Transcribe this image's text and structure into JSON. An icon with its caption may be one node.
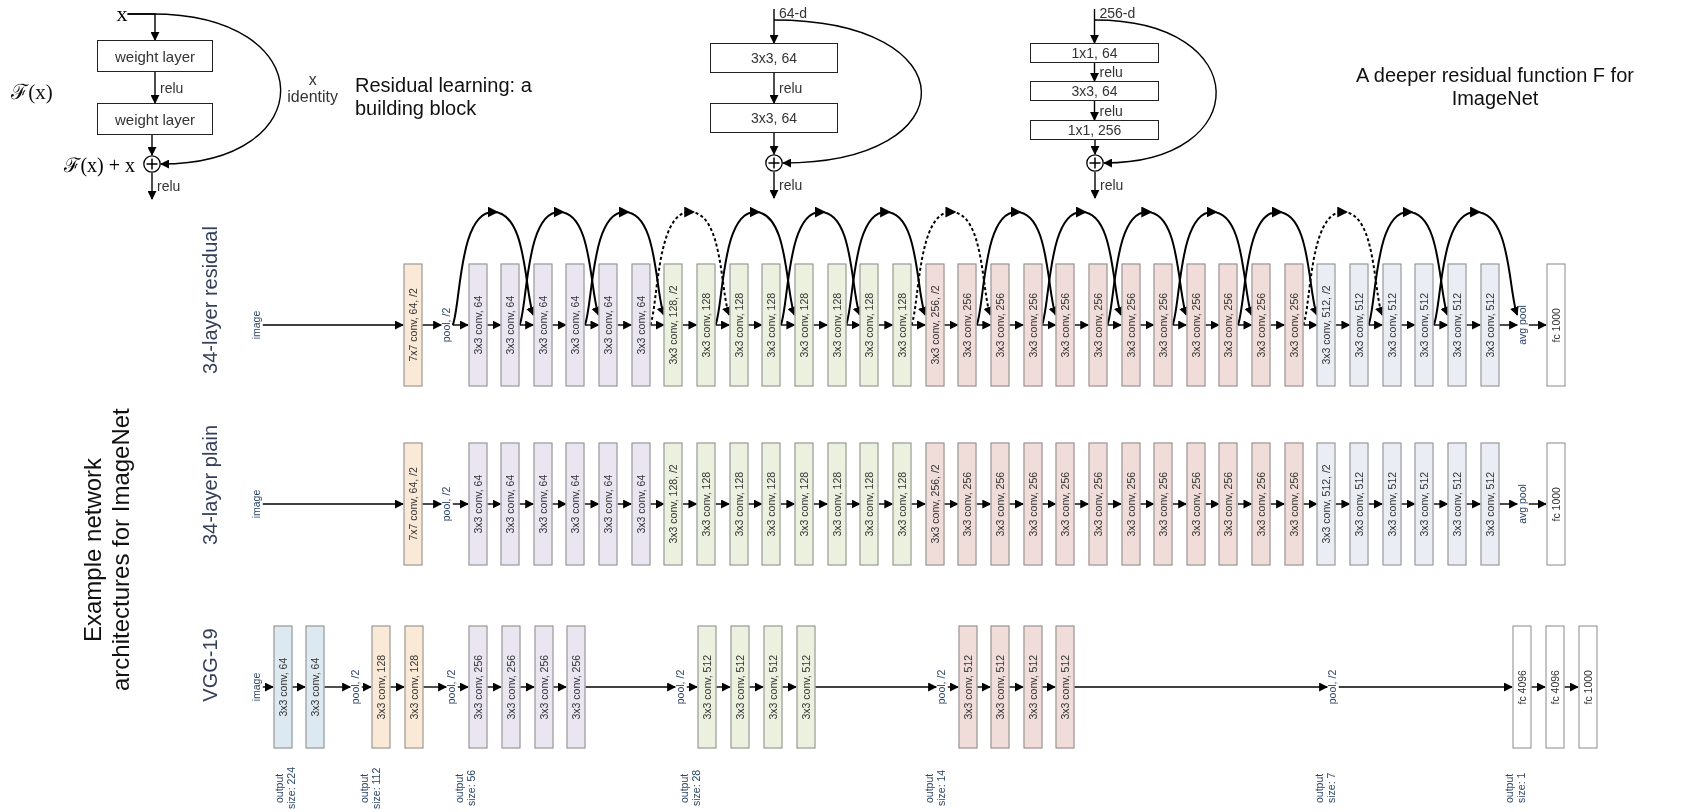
{
  "diagram": {
    "nodes": [
      {
        "text": [
          "x"
        ]
      },
      {
        "text": [
          "weight layer"
        ]
      },
      {
        "text": [
          "weight layer"
        ]
      },
      {
        "text": [],
        "shape": "circle",
        "beside": [
          "ℱ(x) + x"
        ]
      },
      {
        "text": [
          "3x3, 64"
        ]
      },
      {
        "text": [
          "3x3, 64"
        ]
      },
      {
        "text": [],
        "shape": "circle"
      },
      {
        "text": [
          "1x1, 64"
        ]
      },
      {
        "text": [
          "3x3, 64"
        ]
      },
      {
        "text": [
          "1x1, 256"
        ]
      },
      {
        "text": [],
        "shape": "circle"
      },
      {
        "text": [
          "image"
        ]
      },
      {
        "text": [
          "7x7 conv, 64, /2"
        ]
      },
      {
        "text": [
          "pool, /2"
        ]
      },
      {
        "text": [
          "3x3 conv, 64"
        ]
      },
      {
        "text": [
          "3x3 conv, 64"
        ]
      },
      {
        "text": [
          "3x3 conv, 64"
        ]
      },
      {
        "text": [
          "3x3 conv, 64"
        ]
      },
      {
        "text": [
          "3x3 conv, 64"
        ]
      },
      {
        "text": [
          "3x3 conv, 64"
        ]
      },
      {
        "text": [
          "3x3 conv, 128, /2"
        ]
      },
      {
        "text": [
          "3x3 conv, 128"
        ]
      },
      {
        "text": [
          "3x3 conv, 128"
        ]
      },
      {
        "text": [
          "3x3 conv, 128"
        ]
      },
      {
        "text": [
          "3x3 conv, 128"
        ]
      },
      {
        "text": [
          "3x3 conv, 128"
        ]
      },
      {
        "text": [
          "3x3 conv, 128"
        ]
      },
      {
        "text": [
          "3x3 conv, 128"
        ]
      },
      {
        "text": [
          "3x3 conv, 256, /2"
        ]
      },
      {
        "text": [
          "3x3 conv, 256"
        ]
      },
      {
        "text": [
          "3x3 conv, 256"
        ]
      },
      {
        "text": [
          "3x3 conv, 256"
        ]
      },
      {
        "text": [
          "3x3 conv, 256"
        ]
      },
      {
        "text": [
          "3x3 conv, 256"
        ]
      },
      {
        "text": [
          "3x3 conv, 256"
        ]
      },
      {
        "text": [
          "3x3 conv, 256"
        ]
      },
      {
        "text": [
          "3x3 conv, 256"
        ]
      },
      {
        "text": [
          "3x3 conv, 256"
        ]
      },
      {
        "text": [
          "3x3 conv, 256"
        ]
      },
      {
        "text": [
          "3x3 conv, 256"
        ]
      },
      {
        "text": [
          "3x3 conv, 512, /2"
        ]
      },
      {
        "text": [
          "3x3 conv, 512"
        ]
      },
      {
        "text": [
          "3x3 conv, 512"
        ]
      },
      {
        "text": [
          "3x3 conv, 512"
        ]
      },
      {
        "text": [
          "3x3 conv, 512"
        ]
      },
      {
        "text": [
          "3x3 conv, 512"
        ]
      },
      {
        "text": [
          "avg pool"
        ]
      },
      {
        "text": [
          "fc 1000"
        ]
      },
      {
        "text": [
          "image"
        ]
      },
      {
        "text": [
          "7x7 conv, 64, /2"
        ]
      },
      {
        "text": [
          "pool, /2"
        ]
      },
      {
        "text": [
          "3x3 conv, 64"
        ]
      },
      {
        "text": [
          "3x3 conv, 64"
        ]
      },
      {
        "text": [
          "3x3 conv, 64"
        ]
      },
      {
        "text": [
          "3x3 conv, 64"
        ]
      },
      {
        "text": [
          "3x3 conv, 64"
        ]
      },
      {
        "text": [
          "3x3 conv, 64"
        ]
      },
      {
        "text": [
          "3x3 conv, 128, /2"
        ]
      },
      {
        "text": [
          "3x3 conv, 128"
        ]
      },
      {
        "text": [
          "3x3 conv, 128"
        ]
      },
      {
        "text": [
          "3x3 conv, 128"
        ]
      },
      {
        "text": [
          "3x3 conv, 128"
        ]
      },
      {
        "text": [
          "3x3 conv, 128"
        ]
      },
      {
        "text": [
          "3x3 conv, 128"
        ]
      },
      {
        "text": [
          "3x3 conv, 128"
        ]
      },
      {
        "text": [
          "3x3 conv, 256, /2"
        ]
      },
      {
        "text": [
          "3x3 conv, 256"
        ]
      },
      {
        "text": [
          "3x3 conv, 256"
        ]
      },
      {
        "text": [
          "3x3 conv, 256"
        ]
      },
      {
        "text": [
          "3x3 conv, 256"
        ]
      },
      {
        "text": [
          "3x3 conv, 256"
        ]
      },
      {
        "text": [
          "3x3 conv, 256"
        ]
      },
      {
        "text": [
          "3x3 conv, 256"
        ]
      },
      {
        "text": [
          "3x3 conv, 256"
        ]
      },
      {
        "text": [
          "3x3 conv, 256"
        ]
      },
      {
        "text": [
          "3x3 conv, 256"
        ]
      },
      {
        "text": [
          "3x3 conv, 256"
        ]
      },
      {
        "text": [
          "3x3 conv, 512, /2"
        ]
      },
      {
        "text": [
          "3x3 conv, 512"
        ]
      },
      {
        "text": [
          "3x3 conv, 512"
        ]
      },
      {
        "text": [
          "3x3 conv, 512"
        ]
      },
      {
        "text": [
          "3x3 conv, 512"
        ]
      },
      {
        "text": [
          "3x3 conv, 512"
        ]
      },
      {
        "text": [
          "avg pool"
        ]
      },
      {
        "text": [
          "fc 1000"
        ]
      },
      {
        "text": [
          "image"
        ]
      },
      {
        "text": [
          "3x3 conv, 64"
        ]
      },
      {
        "text": [
          "3x3 conv, 64"
        ]
      },
      {
        "text": [
          "pool, /2"
        ]
      },
      {
        "text": [
          "3x3 conv, 128"
        ]
      },
      {
        "text": [
          "3x3 conv, 128"
        ]
      },
      {
        "text": [
          "pool, /2"
        ]
      },
      {
        "text": [
          "3x3 conv, 256"
        ]
      },
      {
        "text": [
          "3x3 conv, 256"
        ]
      },
      {
        "text": [
          "3x3 conv, 256"
        ]
      },
      {
        "text": [
          "3x3 conv, 256"
        ]
      },
      {
        "text": [
          "pool, /2"
        ]
      },
      {
        "text": [
          "3x3 conv, 512"
        ]
      },
      {
        "text": [
          "3x3 conv, 512"
        ]
      },
      {
        "text": [
          "3x3 conv, 512"
        ]
      },
      {
        "text": [
          "3x3 conv, 512"
        ]
      },
      {
        "text": [
          "pool, /2"
        ]
      },
      {
        "text": [
          "3x3 conv, 512"
        ]
      },
      {
        "text": [
          "3x3 conv, 512"
        ]
      },
      {
        "text": [
          "3x3 conv, 512"
        ]
      },
      {
        "text": [
          "3x3 conv, 512"
        ]
      },
      {
        "text": [
          "pool, /2"
        ]
      },
      {
        "text": [
          "fc 4096"
        ]
      },
      {
        "text": [
          "fc 4096"
        ]
      },
      {
        "text": [
          "fc 1000"
        ]
      }
    ],
    "edges": [
      {
        "from": 0,
        "to": 1,
        "arrow": "to"
      },
      {
        "from": 1,
        "to": 2,
        "arrow": "to",
        "label": "relu"
      },
      {
        "from": 2,
        "to": 3,
        "arrow": "to"
      },
      {
        "from": 0,
        "to": 3,
        "arrow": "to",
        "label": "x identity"
      },
      {
        "from": 3,
        "to": null,
        "arrow": "to",
        "label": "relu"
      },
      {
        "from": null,
        "to": 4,
        "arrow": "to",
        "label": "64-d"
      },
      {
        "from": 4,
        "to": 5,
        "arrow": "to",
        "label": "relu"
      },
      {
        "from": 5,
        "to": 6,
        "arrow": "to"
      },
      {
        "from": null,
        "to": 6,
        "arrow": "to"
      },
      {
        "from": 6,
        "to": null,
        "arrow": "to",
        "label": "relu"
      },
      {
        "from": null,
        "to": 7,
        "arrow": "to",
        "label": "256-d"
      },
      {
        "from": 7,
        "to": 8,
        "arrow": "to",
        "label": "relu"
      },
      {
        "from": 8,
        "to": 9,
        "arrow": "to",
        "label": "relu"
      },
      {
        "from": 9,
        "to": 10,
        "arrow": "to"
      },
      {
        "from": null,
        "to": 10,
        "arrow": "to"
      },
      {
        "from": 10,
        "to": null,
        "arrow": "to",
        "label": "relu"
      },
      {
        "from": 11,
        "to": 12,
        "arrow": "to"
      },
      {
        "from": 12,
        "to": 13,
        "arrow": "to"
      },
      {
        "from": 13,
        "to": 14,
        "arrow": "to"
      },
      {
        "from": 14,
        "to": 15,
        "arrow": "to"
      },
      {
        "from": 15,
        "to": 16,
        "arrow": "to"
      },
      {
        "from": 16,
        "to": 17,
        "arrow": "to"
      },
      {
        "from": 17,
        "to": 18,
        "arrow": "to"
      },
      {
        "from": 18,
        "to": 19,
        "arrow": "to"
      },
      {
        "from": 19,
        "to": 20,
        "arrow": "to"
      },
      {
        "from": 20,
        "to": 21,
        "arrow": "to"
      },
      {
        "from": 21,
        "to": 22,
        "arrow": "to"
      },
      {
        "from": 22,
        "to": 23,
        "arrow": "to"
      },
      {
        "from": 23,
        "to": 24,
        "arrow": "to"
      },
      {
        "from": 24,
        "to": 25,
        "arrow": "to"
      },
      {
        "from": 25,
        "to": 26,
        "arrow": "to"
      },
      {
        "from": 26,
        "to": 27,
        "arrow": "to"
      },
      {
        "from": 27,
        "to": 28,
        "arrow": "to"
      },
      {
        "from": 28,
        "to": 29,
        "arrow": "to"
      },
      {
        "from": 29,
        "to": 30,
        "arrow": "to"
      },
      {
        "from": 30,
        "to": 31,
        "arrow": "to"
      },
      {
        "from": 31,
        "to": 32,
        "arrow": "to"
      },
      {
        "from": 32,
        "to": 33,
        "arrow": "to"
      },
      {
        "from": 33,
        "to": 34,
        "arrow": "to"
      },
      {
        "from": 34,
        "to": 35,
        "arrow": "to"
      },
      {
        "from": 35,
        "to": 36,
        "arrow": "to"
      },
      {
        "from": 36,
        "to": 37,
        "arrow": "to"
      },
      {
        "from": 37,
        "to": 38,
        "arrow": "to"
      },
      {
        "from": 38,
        "to": 39,
        "arrow": "to"
      },
      {
        "from": 39,
        "to": 40,
        "arrow": "to"
      },
      {
        "from": 40,
        "to": 41,
        "arrow": "to"
      },
      {
        "from": 41,
        "to": 42,
        "arrow": "to"
      },
      {
        "from": 42,
        "to": 43,
        "arrow": "to"
      },
      {
        "from": 43,
        "to": 44,
        "arrow": "to"
      },
      {
        "from": 44,
        "to": 45,
        "arrow": "to"
      },
      {
        "from": 45,
        "to": 46,
        "arrow": "to"
      },
      {
        "from": 46,
        "to": 47,
        "arrow": "to"
      },
      {
        "from": 13,
        "to": 16,
        "arrow": "to"
      },
      {
        "from": 15,
        "to": 18,
        "arrow": "to"
      },
      {
        "from": 17,
        "to": 20,
        "arrow": "to"
      },
      {
        "from": 19,
        "to": 22,
        "arrow": "to",
        "style": "dashed"
      },
      {
        "from": 21,
        "to": 24,
        "arrow": "to"
      },
      {
        "from": 23,
        "to": 26,
        "arrow": "to"
      },
      {
        "from": 25,
        "to": 28,
        "arrow": "to"
      },
      {
        "from": 27,
        "to": 30,
        "arrow": "to",
        "style": "dashed"
      },
      {
        "from": 29,
        "to": 32,
        "arrow": "to"
      },
      {
        "from": 31,
        "to": 34,
        "arrow": "to"
      },
      {
        "from": 33,
        "to": 36,
        "arrow": "to"
      },
      {
        "from": 35,
        "to": 38,
        "arrow": "to"
      },
      {
        "from": 37,
        "to": 40,
        "arrow": "to"
      },
      {
        "from": 39,
        "to": 42,
        "arrow": "to",
        "style": "dashed"
      },
      {
        "from": 41,
        "to": 44,
        "arrow": "to"
      },
      {
        "from": 43,
        "to": 46,
        "arrow": "to"
      },
      {
        "from": 48,
        "to": 49,
        "arrow": "to"
      },
      {
        "from": 49,
        "to": 50,
        "arrow": "to"
      },
      {
        "from": 50,
        "to": 51,
        "arrow": "to"
      },
      {
        "from": 51,
        "to": 52,
        "arrow": "to"
      },
      {
        "from": 52,
        "to": 53,
        "arrow": "to"
      },
      {
        "from": 53,
        "to": 54,
        "arrow": "to"
      },
      {
        "from": 54,
        "to": 55,
        "arrow": "to"
      },
      {
        "from": 55,
        "to": 56,
        "arrow": "to"
      },
      {
        "from": 56,
        "to": 57,
        "arrow": "to"
      },
      {
        "from": 57,
        "to": 58,
        "arrow": "to"
      },
      {
        "from": 58,
        "to": 59,
        "arrow": "to"
      },
      {
        "from": 59,
        "to": 60,
        "arrow": "to"
      },
      {
        "from": 60,
        "to": 61,
        "arrow": "to"
      },
      {
        "from": 61,
        "to": 62,
        "arrow": "to"
      },
      {
        "from": 62,
        "to": 63,
        "arrow": "to"
      },
      {
        "from": 63,
        "to": 64,
        "arrow": "to"
      },
      {
        "from": 64,
        "to": 65,
        "arrow": "to"
      },
      {
        "from": 65,
        "to": 66,
        "arrow": "to"
      },
      {
        "from": 66,
        "to": 67,
        "arrow": "to"
      },
      {
        "from": 67,
        "to": 68,
        "arrow": "to"
      },
      {
        "from": 68,
        "to": 69,
        "arrow": "to"
      },
      {
        "from": 69,
        "to": 70,
        "arrow": "to"
      },
      {
        "from": 70,
        "to": 71,
        "arrow": "to"
      },
      {
        "from": 71,
        "to": 72,
        "arrow": "to"
      },
      {
        "from": 72,
        "to": 73,
        "arrow": "to"
      },
      {
        "from": 73,
        "to": 74,
        "arrow": "to"
      },
      {
        "from": 74,
        "to": 75,
        "arrow": "to"
      },
      {
        "from": 75,
        "to": 76,
        "arrow": "to"
      },
      {
        "from": 76,
        "to": 77,
        "arrow": "to"
      },
      {
        "from": 77,
        "to": 78,
        "arrow": "to"
      },
      {
        "from": 78,
        "to": 79,
        "arrow": "to"
      },
      {
        "from": 79,
        "to": 80,
        "arrow": "to"
      },
      {
        "from": 80,
        "to": 81,
        "arrow": "to"
      },
      {
        "from": 81,
        "to": 82,
        "arrow": "to"
      },
      {
        "from": 82,
        "to": 83,
        "arrow": "to"
      },
      {
        "from": 83,
        "to": 84,
        "arrow": "to"
      },
      {
        "from": 85,
        "to": 86,
        "arrow": "to"
      },
      {
        "from": 86,
        "to": 87,
        "arrow": "to"
      },
      {
        "from": 87,
        "to": 88,
        "arrow": "to"
      },
      {
        "from": 88,
        "to": 89,
        "arrow": "to"
      },
      {
        "from": 89,
        "to": 90,
        "arrow": "to"
      },
      {
        "from": 90,
        "to": 91,
        "arrow": "to"
      },
      {
        "from": 91,
        "to": 92,
        "arrow": "to"
      },
      {
        "from": 92,
        "to": 93,
        "arrow": "to"
      },
      {
        "from": 93,
        "to": 94,
        "arrow": "to"
      },
      {
        "from": 94,
        "to": 95,
        "arrow": "to"
      },
      {
        "from": 95,
        "to": 96,
        "arrow": "to"
      },
      {
        "from": 96,
        "to": 97,
        "arrow": "to"
      },
      {
        "from": 97,
        "to": 98,
        "arrow": "to"
      },
      {
        "from": 98,
        "to": 99,
        "arrow": "to"
      },
      {
        "from": 99,
        "to": 100,
        "arrow": "to"
      },
      {
        "from": 100,
        "to": 101,
        "arrow": "to"
      },
      {
        "from": 101,
        "to": 102,
        "arrow": "to"
      },
      {
        "from": 102,
        "to": 103,
        "arrow": "to"
      },
      {
        "from": 103,
        "to": 104,
        "arrow": "to"
      },
      {
        "from": 104,
        "to": 105,
        "arrow": "to"
      },
      {
        "from": 105,
        "to": 106,
        "arrow": "to"
      },
      {
        "from": 106,
        "to": 107,
        "arrow": "to"
      },
      {
        "from": 107,
        "to": 108,
        "arrow": "to"
      },
      {
        "from": 108,
        "to": 109,
        "arrow": "to"
      }
    ],
    "labels": [
      "ℱ(x)",
      "Residual learning: a building block",
      "A deeper residual function F for ImageNet",
      "Example network architectures for ImageNet",
      "34-layer residual",
      "34-layer plain",
      "VGG-19",
      "output size: 224",
      "output size: 112",
      "output size: 56",
      "output size: 28",
      "output size: 14",
      "output size: 7",
      "output size: 1"
    ]
  }
}
